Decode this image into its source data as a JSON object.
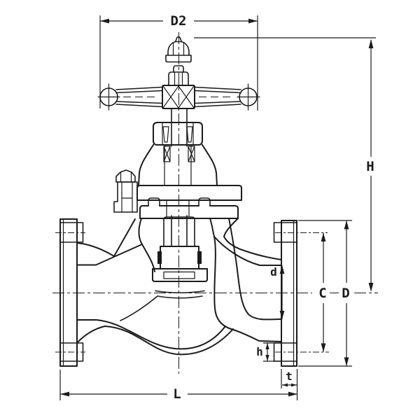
{
  "page": {
    "background": "#ffffff",
    "ink": "#1b1b1b"
  },
  "drawing": {
    "subject": "globe-valve-sectional-drawing",
    "dimension_labels": {
      "D2": "D2",
      "H": "H",
      "d": "d",
      "C": "C",
      "D": "D",
      "h": "h",
      "t": "t",
      "L": "L"
    }
  }
}
